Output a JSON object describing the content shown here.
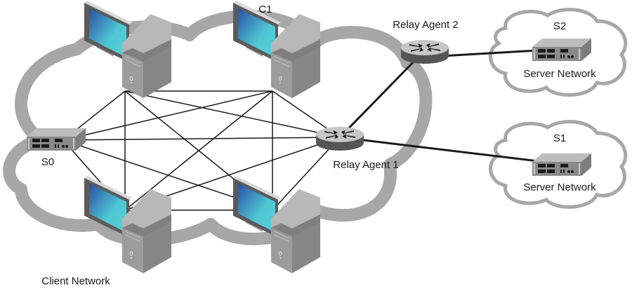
{
  "diagram": {
    "title": "DHCP relay topology",
    "colors": {
      "cloud_stroke": "#a7a7a7",
      "link": "#1a1a1a",
      "screen_light": "#4fc7d4",
      "screen_dark": "#2a4fa3",
      "case_front": "#9a9a9a",
      "case_side": "#7d7d7d",
      "case_top": "#b8b8b8",
      "router_top": "#c8c8c8",
      "router_side": "#5a5a5a"
    },
    "clouds": [
      {
        "id": "client",
        "label": "Client Network"
      },
      {
        "id": "s2",
        "label": "Server Network"
      },
      {
        "id": "s1",
        "label": "Server Network"
      }
    ],
    "nodes": [
      {
        "id": "pc_tl",
        "type": "workstation",
        "label": ""
      },
      {
        "id": "c1",
        "type": "workstation",
        "label": "C1"
      },
      {
        "id": "pc_bl",
        "type": "workstation",
        "label": ""
      },
      {
        "id": "pc_br",
        "type": "workstation",
        "label": ""
      },
      {
        "id": "s0",
        "type": "server",
        "label": "S0"
      },
      {
        "id": "ra1",
        "type": "router",
        "label": "Relay Agent 1"
      },
      {
        "id": "ra2",
        "type": "router",
        "label": "Relay Agent 2"
      },
      {
        "id": "s2",
        "type": "server",
        "label": "S2"
      },
      {
        "id": "s1",
        "type": "server",
        "label": "S1"
      }
    ],
    "links": [
      [
        "pc_tl",
        "c1"
      ],
      [
        "pc_tl",
        "s0"
      ],
      [
        "pc_tl",
        "pc_bl"
      ],
      [
        "pc_tl",
        "pc_br"
      ],
      [
        "pc_tl",
        "ra1"
      ],
      [
        "c1",
        "s0"
      ],
      [
        "c1",
        "pc_bl"
      ],
      [
        "c1",
        "pc_br"
      ],
      [
        "c1",
        "ra1"
      ],
      [
        "s0",
        "ra1"
      ],
      [
        "s0",
        "pc_bl"
      ],
      [
        "s0",
        "pc_br"
      ],
      [
        "pc_bl",
        "pc_br"
      ],
      [
        "pc_bl",
        "ra1"
      ],
      [
        "pc_br",
        "ra1"
      ],
      [
        "ra1",
        "ra2"
      ],
      [
        "ra1",
        "s1"
      ],
      [
        "ra2",
        "s2"
      ]
    ]
  }
}
